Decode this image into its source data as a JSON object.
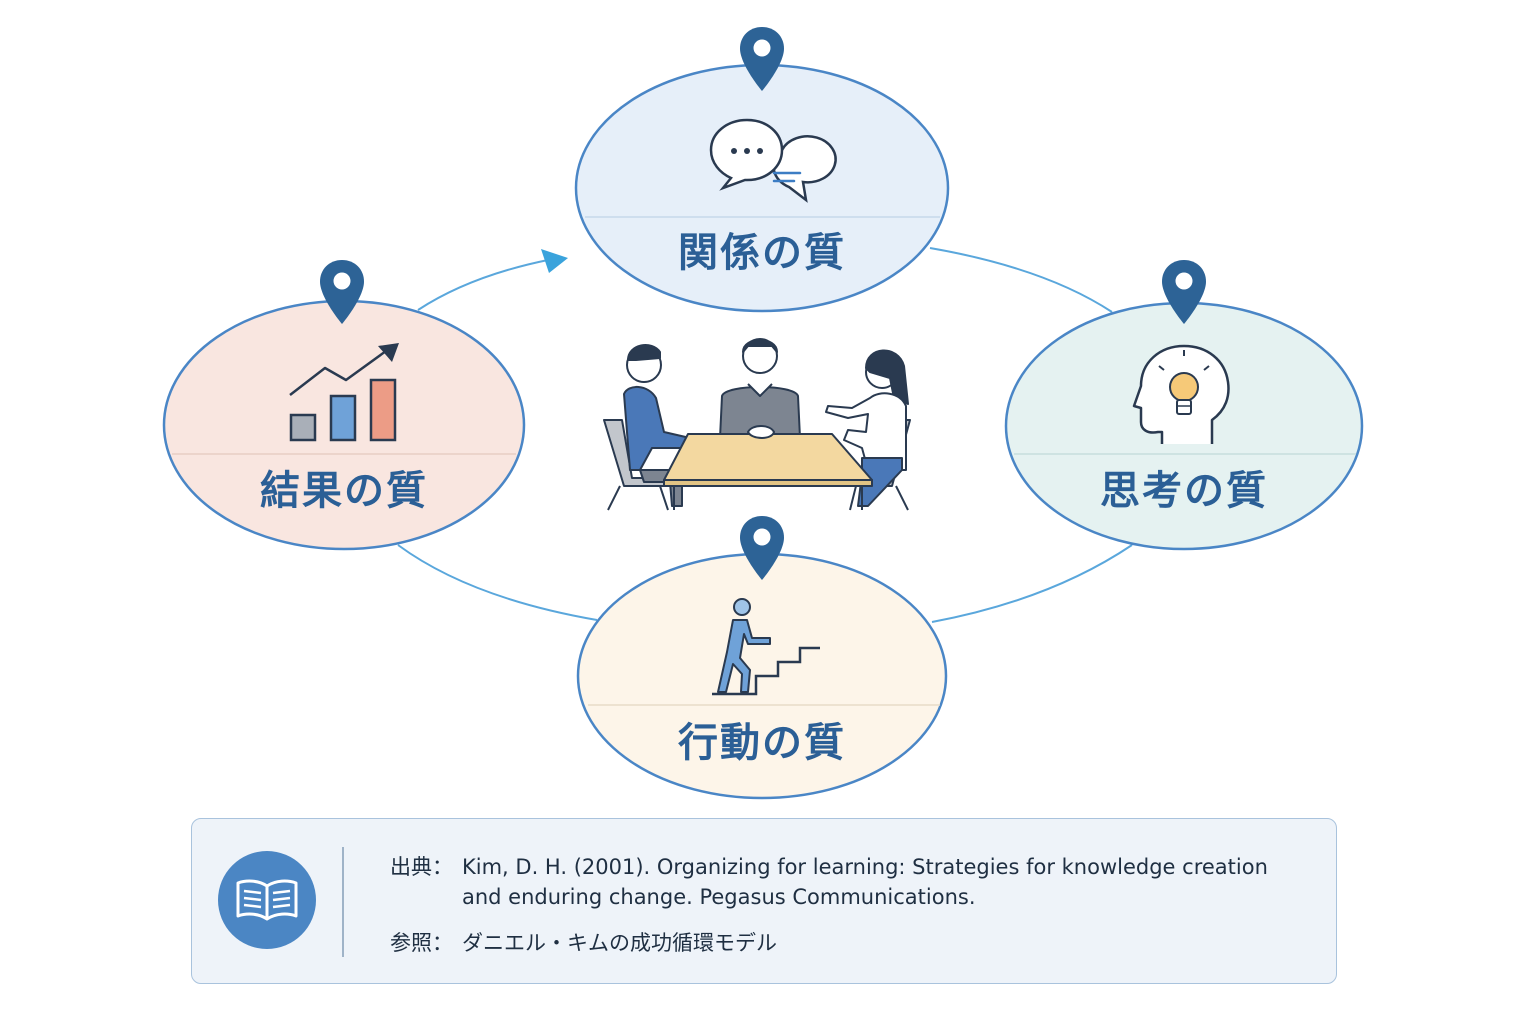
{
  "cycle": {
    "relationship": {
      "title": "関係の質",
      "icon": "chat-bubbles-icon"
    },
    "thinking": {
      "title": "思考の質",
      "icon": "head-lightbulb-icon"
    },
    "action": {
      "title": "行動の質",
      "icon": "person-climbing-stairs-icon"
    },
    "result": {
      "title": "結果の質",
      "icon": "growth-bar-chart-icon"
    },
    "center": {
      "icon": "team-meeting-illustration"
    }
  },
  "colors": {
    "relationship_fill": "#e6eff9",
    "thinking_fill": "#e5f2f1",
    "action_fill": "#fdf5e9",
    "result_fill": "#f9e6e0",
    "outline": "#4a86c6",
    "pin": "#2d6396",
    "title": "#2b5f96",
    "connector": "#5aa7dc"
  },
  "reference": {
    "icon": "open-book-icon",
    "source_label": "出典：",
    "source_text_line1": "Kim, D. H. (2001). Organizing for learning: Strategies for knowledge creation",
    "source_text_line2": "and enduring change. Pegasus Communications.",
    "ref_label": "参照：",
    "ref_text": "ダニエル・キムの成功循環モデル"
  }
}
